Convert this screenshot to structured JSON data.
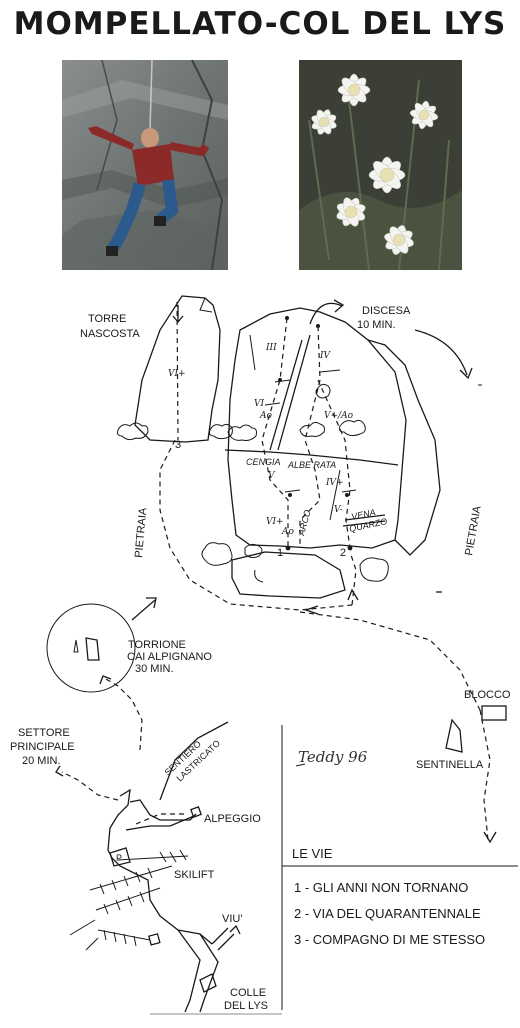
{
  "title": "MOMPELLATO-COL DEL LYS",
  "photos": {
    "climber": "climber-photo",
    "flowers": "edelweiss-photo"
  },
  "labels": {
    "torre_nascosta_1": "TORRE",
    "torre_nascosta_2": "NASCOSTA",
    "discesa_1": "DISCESA",
    "discesa_2": "10 MIN.",
    "pietraia_left": "PIETRAIA",
    "pietraia_right": "PIETRAIA",
    "cengia": "CENGIA",
    "alberata": "ALBE RATA",
    "arco": "ARCO",
    "vena_1": "VENA",
    "vena_2": "QUARZO",
    "torrione_1": "TORRIONE",
    "torrione_2": "CAI ALPIGNANO",
    "torrione_3": "30 MIN.",
    "settore_1": "SETTORE",
    "settore_2": "PRINCIPALE",
    "settore_3": "20 MIN.",
    "sentiero_1": "SENTIERO",
    "sentiero_2": "LASTRICATO",
    "alpeggio": "ALPEGGIO",
    "skilift": "SKILIFT",
    "viu": "VIU'",
    "colle_1": "COLLE",
    "colle_2": "DEL LYS",
    "blocco": "BLOCCO",
    "sentinella": "SENTINELLA",
    "parking": "P",
    "signature": "Teddy 96"
  },
  "grades": {
    "g1": "VI+",
    "g2": "III",
    "g3": "IV",
    "g4": "VI",
    "g5": "Ao",
    "g6": "V+/Ao",
    "g7": "V",
    "g8": "IV+",
    "g9": "VI+",
    "g10": "Ao",
    "g11": "V-"
  },
  "route_numbers": {
    "r1": "1",
    "r2": "2",
    "r3": "3"
  },
  "legend": {
    "heading": "LE VIE",
    "items": [
      "1 - GLI ANNI NON TORNANO",
      "2 - VIA DEL QUARANTENNALE",
      "3 - COMPAGNO DI ME STESSO"
    ]
  }
}
